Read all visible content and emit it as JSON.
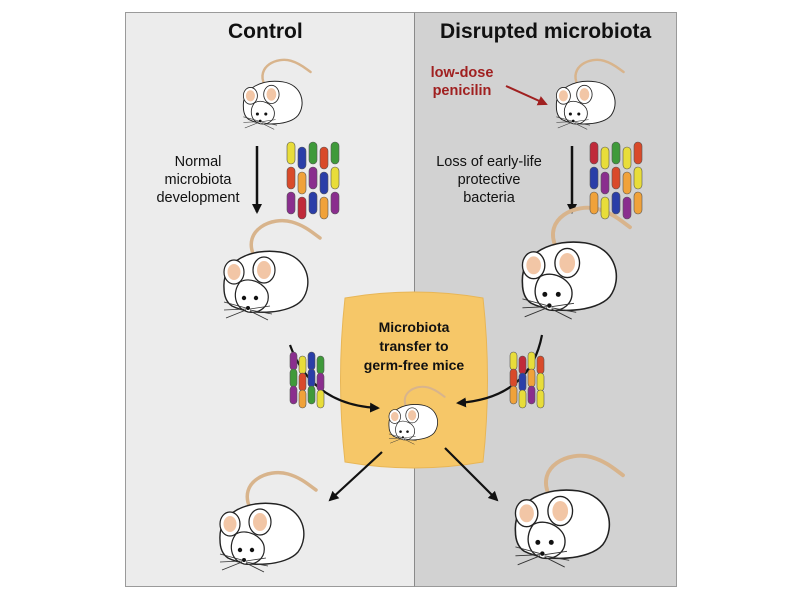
{
  "headers": {
    "control": "Control",
    "disrupted": "Disrupted microbiota"
  },
  "labels": {
    "normal_line1": "Normal",
    "normal_line2": "microbiota",
    "normal_line3": "development",
    "penicillin_line1": "low-dose",
    "penicillin_line2": "penicilin",
    "loss_line1": "Loss of early-life",
    "loss_line2": "protective",
    "loss_line3": "bacteria",
    "transfer_line1": "Microbiota",
    "transfer_line2": "transfer to",
    "transfer_line3": "germ-free mice"
  },
  "colors": {
    "control_panel": "#ececec",
    "disrupted_panel": "#d2d2d2",
    "transfer_box": "#f6c768",
    "penicillin_text": "#a02020",
    "ear_inner": "#f2c6a6",
    "bacteria": [
      "#e8dd3a",
      "#d94a2a",
      "#8a2e8e",
      "#3f9a3a",
      "#2a3ea8",
      "#f0a23a",
      "#c02a3a"
    ]
  }
}
